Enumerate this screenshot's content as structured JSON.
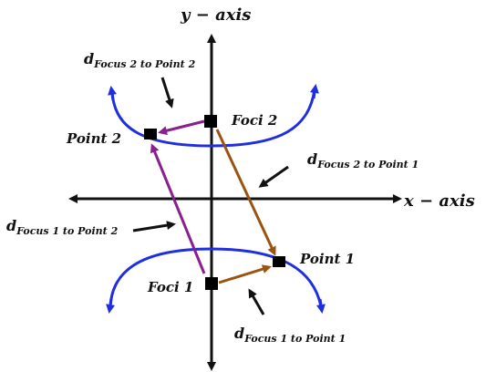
{
  "axes": {
    "x_label": "x − axis",
    "y_label": "y − axis"
  },
  "labels": {
    "foci_2": "Foci 2",
    "foci_1": "Foci 1",
    "point_2": "Point 2",
    "point_1": "Point 1",
    "d_symbol": "d",
    "d_focus2_point2_sub": "Focus 2 to Point 2",
    "d_focus2_point1_sub": "Focus 2 to Point 1",
    "d_focus1_point2_sub": "Focus 1 to Point 2",
    "d_focus1_point1_sub": "Focus 1 to Point 1"
  },
  "colors": {
    "hyperbola": "#1f2fe0",
    "axes": "#111111",
    "purple_segment": "#8a1f8e",
    "brown_segment": "#9a5410",
    "markers": "#000000"
  }
}
